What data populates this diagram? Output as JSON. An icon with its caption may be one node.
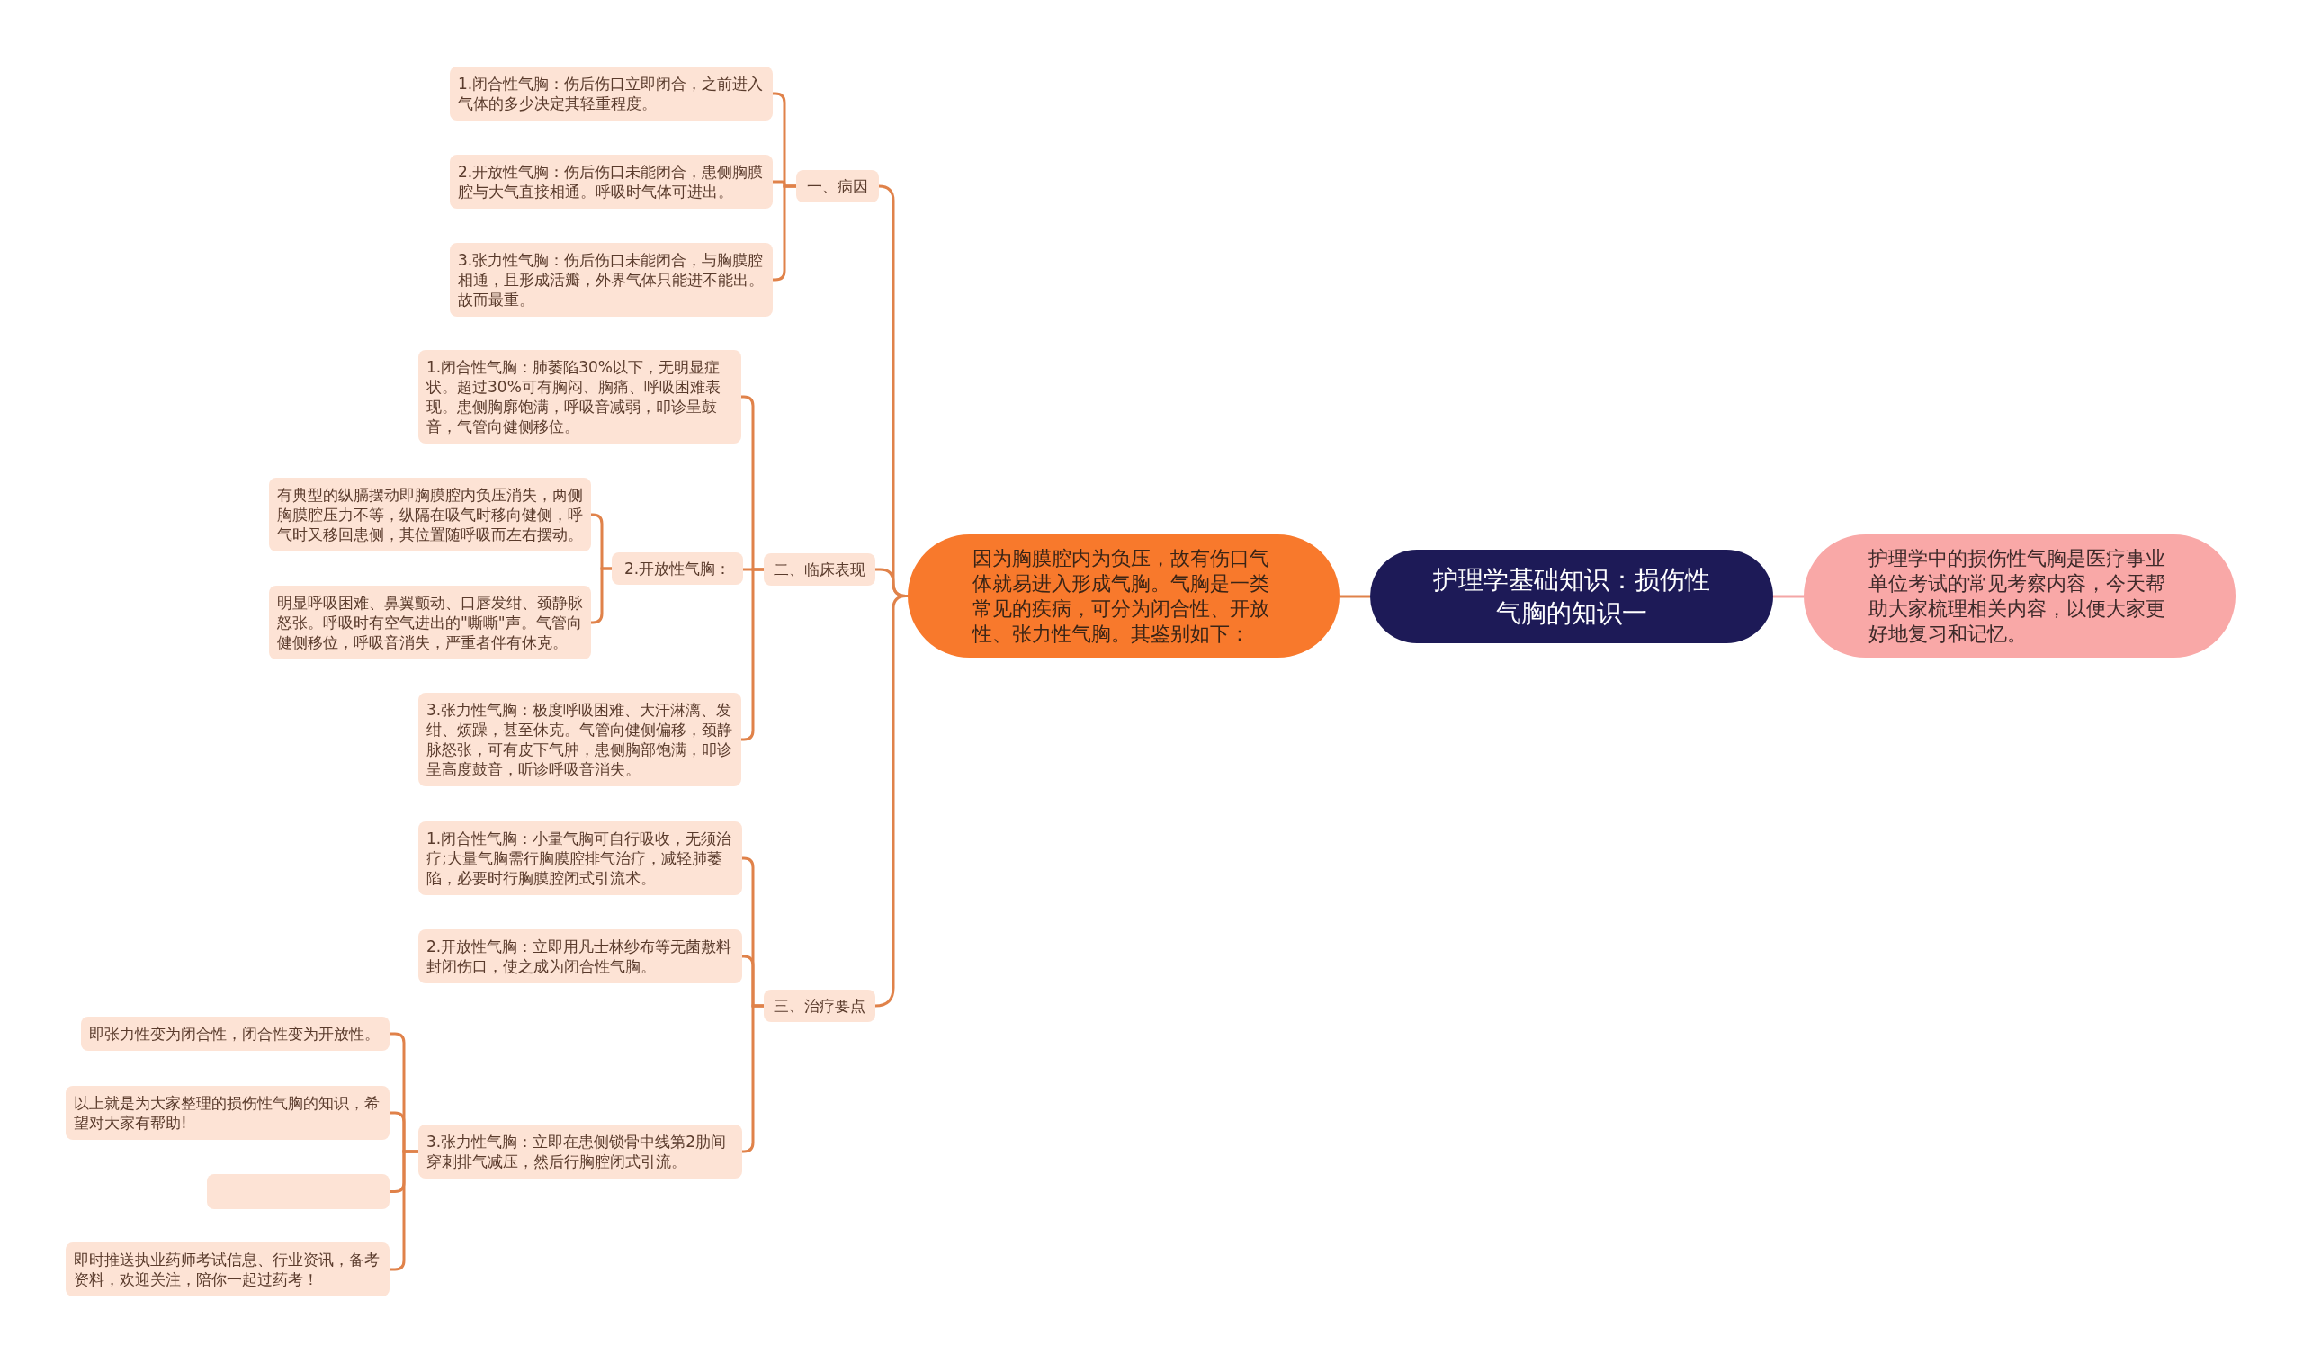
{
  "diagram": {
    "nodes": [
      {
        "text": [
          "护理学基础知识：损伤性气胸的知识一"
        ]
      },
      {
        "text": [
          "护理学中的损伤性气胸是医疗事业单位考试的常见考察内容，今天帮助大家梳理相关内容，以便大家更好地复习和记忆。"
        ]
      },
      {
        "text": [
          "因为胸膜腔内为负压，故有伤口气体就易进入形成气胸。气胸是一类常见的疾病，可分为闭合性、开放性、张力性气胸。其鉴别如下："
        ]
      },
      {
        "text": [
          "一、病因"
        ]
      },
      {
        "text": [
          "1.闭合性气胸：伤后伤口立即闭合，之前进入气体的多少决定其轻重程度。"
        ]
      },
      {
        "text": [
          "2.开放性气胸：伤后伤口未能闭合，患侧胸膜腔与大气直接相通。呼吸时气体可进出。"
        ]
      },
      {
        "text": [
          "3.张力性气胸：伤后伤口未能闭合，与胸膜腔相通，且形成活瓣，外界气体只能进不能出。故而最重。"
        ]
      },
      {
        "text": [
          "二、临床表现"
        ]
      },
      {
        "text": [
          "1.闭合性气胸：肺萎陷30%以下，无明显症状。超过30%可有胸闷、胸痛、呼吸困难表现。患侧胸廓饱满，呼吸音减弱，叩诊呈鼓音，气管向健侧移位。"
        ]
      },
      {
        "text": [
          "2.开放性气胸："
        ]
      },
      {
        "text": [
          "有典型的纵膈摆动即胸膜腔内负压消失，两侧胸膜腔压力不等，纵隔在吸气时移向健侧，呼气时又移回患侧，其位置随呼吸而左右摆动。"
        ]
      },
      {
        "text": [
          "明显呼吸困难、鼻翼颤动、口唇发绀、颈静脉怒张。呼吸时有空气进出的\"嘶嘶\"声。气管向健侧移位，呼吸音消失，严重者伴有休克。"
        ]
      },
      {
        "text": [
          "3.张力性气胸：极度呼吸困难、大汗淋漓、发绀、烦躁，甚至休克。气管向健侧偏移，颈静脉怒张，可有皮下气肿，患侧胸部饱满，叩诊呈高度鼓音，听诊呼吸音消失。"
        ]
      },
      {
        "text": [
          "三、治疗要点"
        ]
      },
      {
        "text": [
          "1.闭合性气胸：小量气胸可自行吸收，无须治疗;大量气胸需行胸膜腔排气治疗，减轻肺萎陷，必要时行胸膜腔闭式引流术。"
        ]
      },
      {
        "text": [
          "2.开放性气胸：立即用凡士林纱布等无菌敷料封闭伤口，使之成为闭合性气胸。"
        ]
      },
      {
        "text": [
          "3.张力性气胸：立即在患侧锁骨中线第2肋间穿刺排气减压，然后行胸腔闭式引流。"
        ]
      },
      {
        "text": [
          "即张力性变为闭合性，闭合性变为开放性。"
        ]
      },
      {
        "text": [
          "以上就是为大家整理的损伤性气胸的知识，希望对大家有帮助!"
        ]
      },
      {
        "text": [],
        "shape": "box"
      },
      {
        "text": [
          "即时推送执业药师考试信息、行业资讯，备考资料，欢迎关注，陪你一起过药考！"
        ]
      }
    ],
    "edges": [
      {
        "from": 0,
        "to": 1,
        "arrow": "none",
        "color": "#f4a6a6"
      },
      {
        "from": 0,
        "to": 2,
        "arrow": "none"
      },
      {
        "from": 2,
        "to": 3,
        "arrow": "none"
      },
      {
        "from": 2,
        "to": 7,
        "arrow": "none"
      },
      {
        "from": 2,
        "to": 13,
        "arrow": "none"
      },
      {
        "from": 3,
        "to": 4,
        "arrow": "none"
      },
      {
        "from": 3,
        "to": 5,
        "arrow": "none"
      },
      {
        "from": 3,
        "to": 6,
        "arrow": "none"
      },
      {
        "from": 7,
        "to": 8,
        "arrow": "none"
      },
      {
        "from": 7,
        "to": 9,
        "arrow": "none"
      },
      {
        "from": 7,
        "to": 12,
        "arrow": "none"
      },
      {
        "from": 9,
        "to": 10,
        "arrow": "none"
      },
      {
        "from": 9,
        "to": 11,
        "arrow": "none"
      },
      {
        "from": 13,
        "to": 14,
        "arrow": "none"
      },
      {
        "from": 13,
        "to": 15,
        "arrow": "none"
      },
      {
        "from": 13,
        "to": 16,
        "arrow": "none"
      },
      {
        "from": 16,
        "to": 17,
        "arrow": "none"
      },
      {
        "from": 16,
        "to": 18,
        "arrow": "none"
      },
      {
        "from": 16,
        "to": 19,
        "arrow": "none"
      },
      {
        "from": 16,
        "to": 20,
        "arrow": "none"
      }
    ]
  }
}
